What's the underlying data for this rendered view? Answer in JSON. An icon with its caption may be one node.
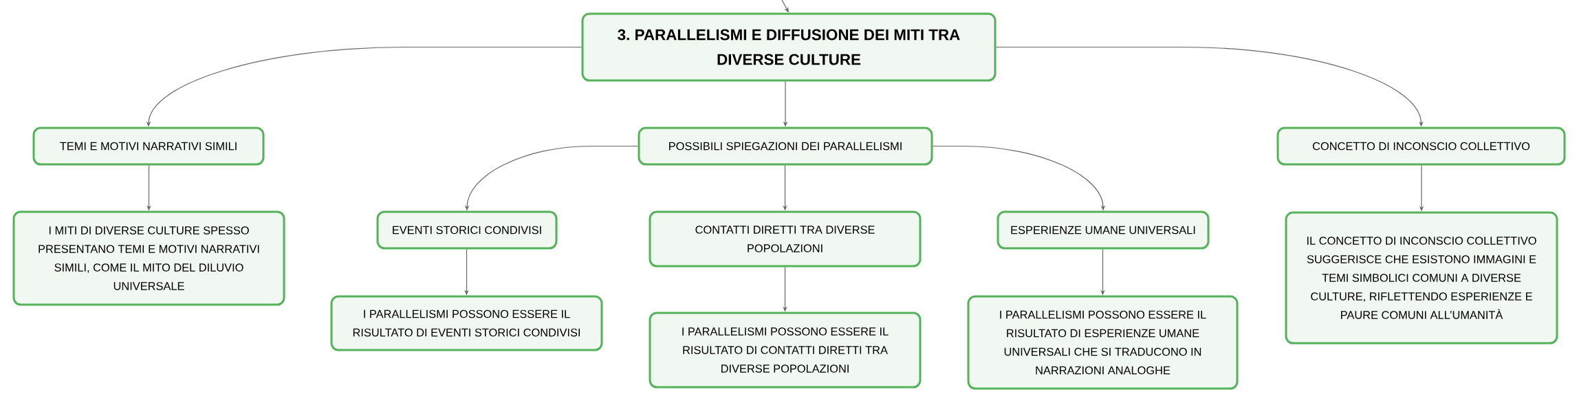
{
  "diagram": {
    "nodes": [
      {
        "text": [
          "3. PARALLELISMI E DIFFUSIONE DEI MITI TRA DIVERSE CULTURE"
        ]
      },
      {
        "text": [
          "TEMI E MOTIVI NARRATIVI SIMILI"
        ]
      },
      {
        "text": [
          "POSSIBILI SPIEGAZIONI DEI PARALLELISMI"
        ]
      },
      {
        "text": [
          "CONCETTO DI INCONSCIO COLLETTIVO"
        ]
      },
      {
        "text": [
          "I MITI DI DIVERSE CULTURE SPESSO PRESENTANO TEMI E MOTIVI NARRATIVI SIMILI, COME IL MITO DEL DILUVIO UNIVERSALE"
        ]
      },
      {
        "text": [
          "EVENTI STORICI CONDIVISI"
        ]
      },
      {
        "text": [
          "CONTATTI DIRETTI TRA DIVERSE POPOLAZIONI"
        ]
      },
      {
        "text": [
          "ESPERIENZE UMANE UNIVERSALI"
        ]
      },
      {
        "text": [
          "IL CONCETTO DI INCONSCIO COLLETTIVO SUGGERISCE CHE ESISTONO IMMAGINI E TEMI SIMBOLICI COMUNI A DIVERSE CULTURE, RIFLETTENDO ESPERIENZE E PAURE COMUNI ALL’UMANITÀ"
        ]
      },
      {
        "text": [
          "I PARALLELISMI POSSONO ESSERE IL RISULTATO DI EVENTI STORICI CONDIVISI"
        ]
      },
      {
        "text": [
          "I PARALLELISMI POSSONO ESSERE IL RISULTATO DI CONTATTI DIRETTI TRA DIVERSE POPOLAZIONI"
        ]
      },
      {
        "text": [
          "I PARALLELISMI POSSONO ESSERE IL RISULTATO DI ESPERIENZE UMANE UNIVERSALI CHE SI TRADUCONO IN NARRAZIONI ANALOGHE"
        ]
      }
    ],
    "edges": [
      {
        "from": null,
        "to": 0,
        "arrow": "to"
      },
      {
        "from": 0,
        "to": 1,
        "arrow": "to"
      },
      {
        "from": 0,
        "to": 2,
        "arrow": "to"
      },
      {
        "from": 0,
        "to": 3,
        "arrow": "to"
      },
      {
        "from": 1,
        "to": 4,
        "arrow": "to"
      },
      {
        "from": 2,
        "to": 5,
        "arrow": "to"
      },
      {
        "from": 2,
        "to": 6,
        "arrow": "to"
      },
      {
        "from": 2,
        "to": 7,
        "arrow": "to"
      },
      {
        "from": 3,
        "to": 8,
        "arrow": "to"
      },
      {
        "from": 5,
        "to": 9,
        "arrow": "to"
      },
      {
        "from": 6,
        "to": 10,
        "arrow": "to"
      },
      {
        "from": 7,
        "to": 11,
        "arrow": "to"
      }
    ]
  }
}
